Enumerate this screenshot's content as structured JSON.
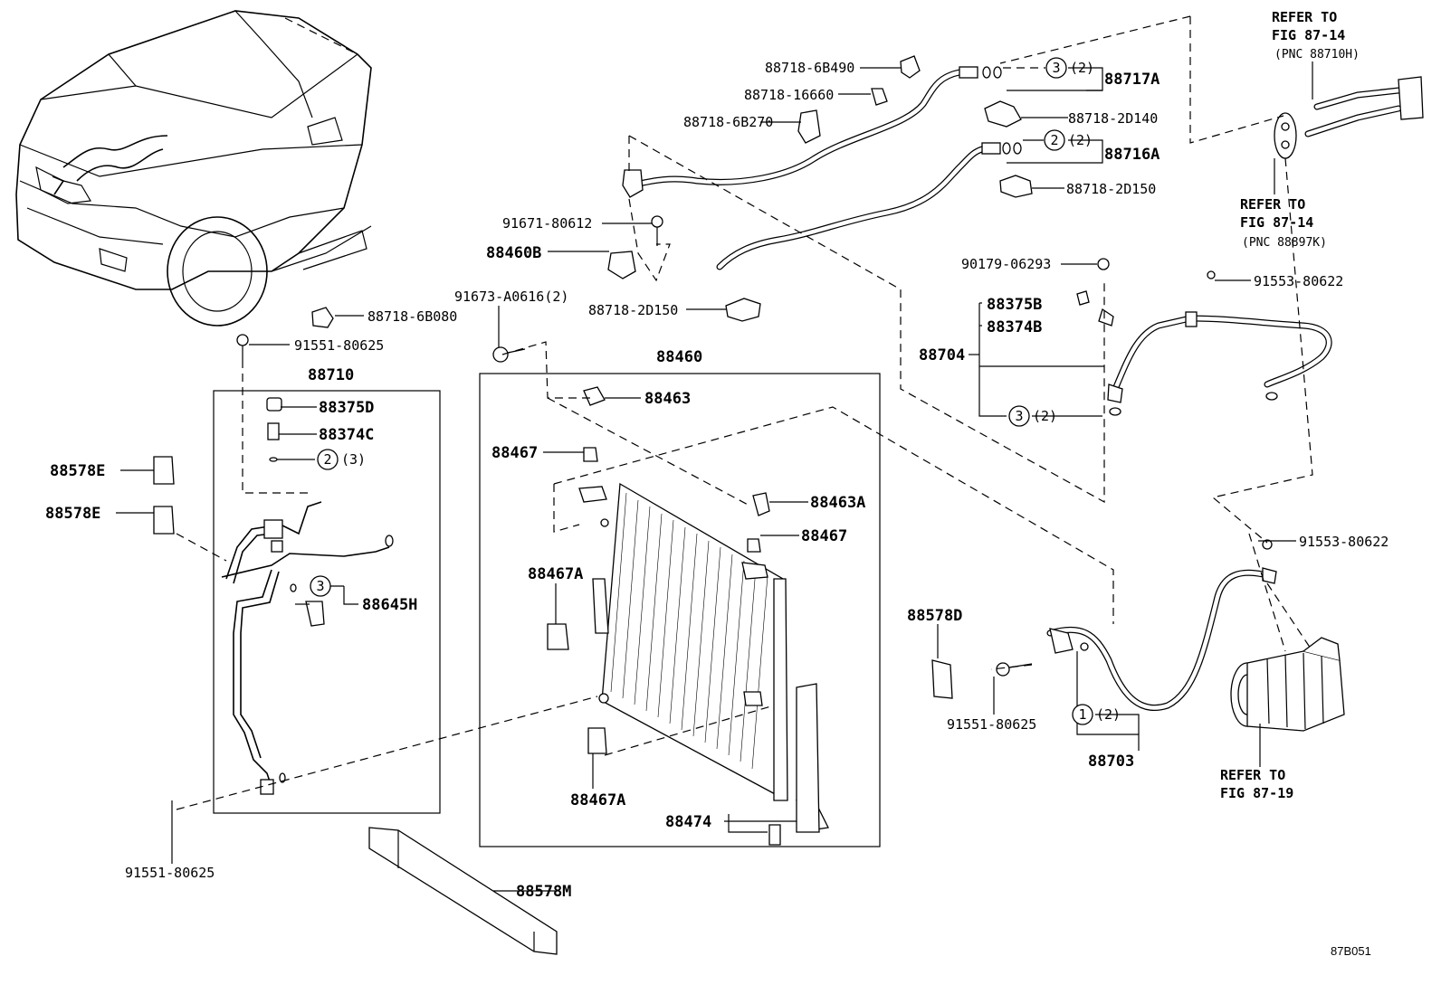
{
  "diagram_code": "87B051",
  "refs": {
    "top_right": {
      "line1": "REFER TO",
      "line2": "FIG 87-14",
      "line3": "(PNC 88710H)"
    },
    "mid_right": {
      "line1": "REFER TO",
      "line2": "FIG 87-14",
      "line3": "(PNC 88897K)"
    },
    "compressor": {
      "line1": "REFER TO",
      "line2": "FIG 87-19"
    }
  },
  "labels": {
    "p88718_6B490": "88718-6B490",
    "p88718_16660": "88718-16660",
    "p88718_6B270": "88718-6B270",
    "p88718_2D140": "88718-2D140",
    "p88718_2D150_top": "88718-2D150",
    "p88718_2D150_mid": "88718-2D150",
    "p88718_6B080": "88718-6B080",
    "p88717A": "88717A",
    "p88716A": "88716A",
    "p91671_80612": "91671-80612",
    "p88460B": "88460B",
    "p91673_A0616": "91673-A0616(2)",
    "p90179_06293": "90179-06293",
    "p91553_80622_top": "91553-80622",
    "p91553_80622_bot": "91553-80622",
    "p88375B": "88375B",
    "p88374B": "88374B",
    "p88704": "88704",
    "p91551_80625_top": "91551-80625",
    "p91551_80625_left": "91551-80625",
    "p91551_80625_right": "91551-80625",
    "p88710": "88710",
    "p88460": "88460",
    "p88375D": "88375D",
    "p88374C": "88374C",
    "p88463": "88463",
    "p88463A": "88463A",
    "p88467_top": "88467",
    "p88467_mid": "88467",
    "p88467A_top": "88467A",
    "p88467A_bot": "88467A",
    "p88578E_1": "88578E",
    "p88578E_2": "88578E",
    "p88645H": "88645H",
    "p88578D": "88578D",
    "p88703": "88703",
    "p88474": "88474",
    "p88578M": "88578M"
  },
  "callouts": {
    "c88717A": {
      "num": "3",
      "qty": "(2)"
    },
    "c88716A": {
      "num": "2",
      "qty": "(2)"
    },
    "c88704": {
      "num": "3",
      "qty": "(2)"
    },
    "c88710": {
      "num": "2",
      "qty": "(3)"
    },
    "c88645H": {
      "num": "3",
      "qty": ""
    },
    "c88703": {
      "num": "1",
      "qty": "(2)"
    }
  }
}
